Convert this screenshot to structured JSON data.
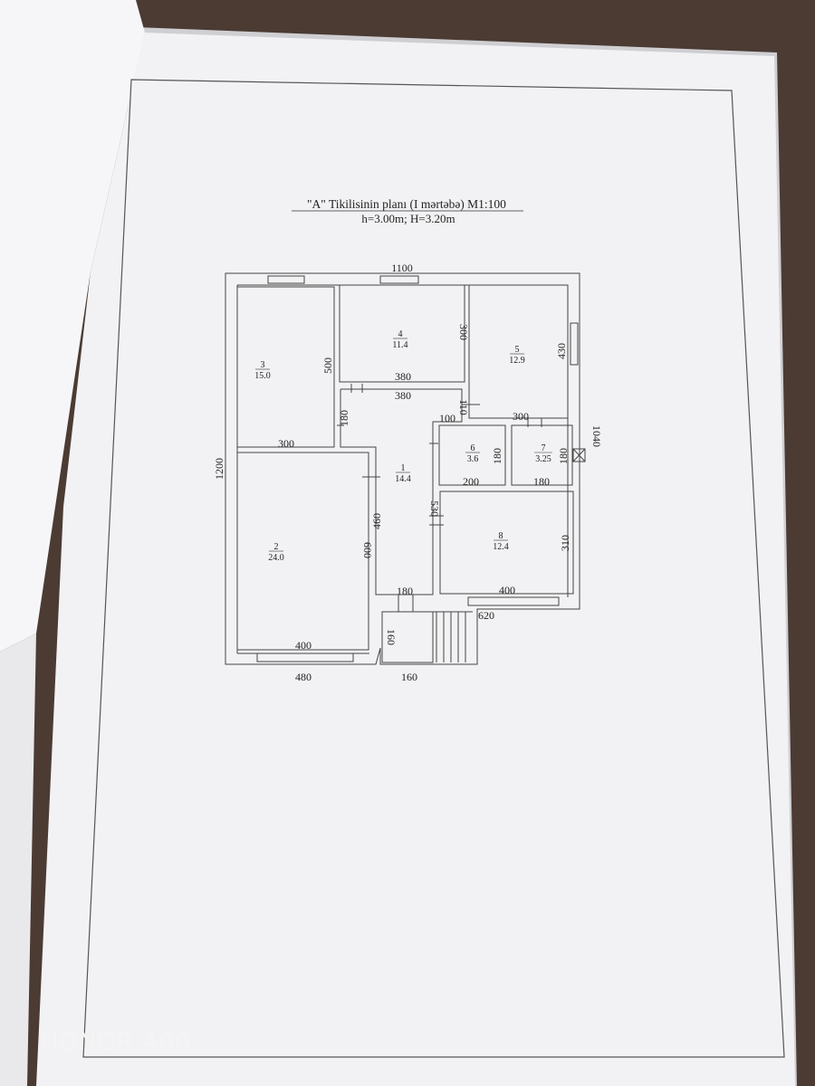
{
  "document": {
    "title": "\"A\" Tikilisinin planı (I mərtəbə) M1:100",
    "subtitle": "h=3.00m; H=3.20m"
  },
  "watermark": "HONOR 400",
  "rooms": [
    {
      "id": "1",
      "number": "1",
      "area": "14.4"
    },
    {
      "id": "2",
      "number": "2",
      "area": "24.0"
    },
    {
      "id": "3",
      "number": "3",
      "area": "15.0"
    },
    {
      "id": "4",
      "number": "4",
      "area": "11.4"
    },
    {
      "id": "5",
      "number": "5",
      "area": "12.9"
    },
    {
      "id": "6",
      "number": "6",
      "area": "3.6"
    },
    {
      "id": "7",
      "number": "7",
      "area": "3.25"
    },
    {
      "id": "8",
      "number": "8",
      "area": "12.4"
    }
  ],
  "dimensions": {
    "top_total": "1100",
    "left_total": "1200",
    "right_total": "1040",
    "bottom_left": "480",
    "bottom_porch": "160",
    "porch_height": "160",
    "porch_width": "180",
    "r3_height": "500",
    "r3_width": "300",
    "r4_height": "300",
    "r4_width": "380",
    "hall_top": "380",
    "r5_height": "430",
    "r5_width": "300",
    "corr_180": "180",
    "step_110": "110",
    "step_100": "100",
    "r6_height": "180",
    "r6_width": "200",
    "r7_height": "180",
    "r7_width": "180",
    "r2_height": "600",
    "r2_width": "400",
    "hall_460": "460",
    "hall_530": "530",
    "r8_height": "310",
    "r8_width": "400",
    "r8_620": "620"
  }
}
